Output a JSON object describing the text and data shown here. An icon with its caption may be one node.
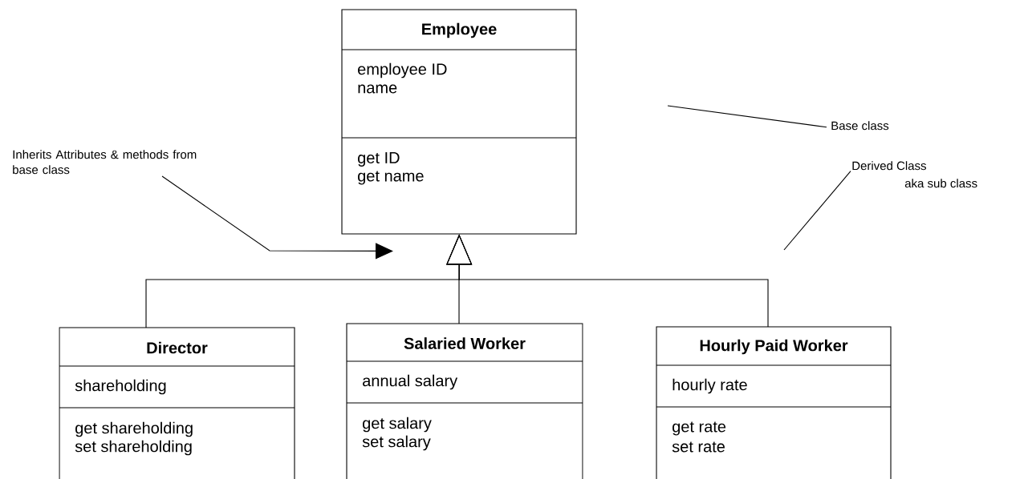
{
  "diagram": {
    "nodes": [
      {
        "text": [
          "Employee",
          "employee ID",
          "name",
          "get ID",
          "get name"
        ]
      },
      {
        "text": [
          "Director",
          "shareholding",
          "get shareholding",
          "set shareholding"
        ]
      },
      {
        "text": [
          "Salaried Worker",
          "annual salary",
          "get salary",
          "set salary"
        ]
      },
      {
        "text": [
          "Hourly Paid Worker",
          "hourly rate",
          "get rate",
          "set rate"
        ]
      },
      {
        "text": [
          "Inherits Attributes & methods from base class"
        ]
      },
      {
        "text": [
          "Base class"
        ]
      },
      {
        "text": [
          "Derived Class",
          "aka sub class"
        ]
      }
    ],
    "edges": [
      {
        "from": 1,
        "to": 0,
        "arrow": "to"
      },
      {
        "from": 2,
        "to": 0,
        "arrow": "to"
      },
      {
        "from": 3,
        "to": 0,
        "arrow": "to"
      },
      {
        "from": 4,
        "to": 0,
        "arrow": "to"
      },
      {
        "from": 5,
        "to": null,
        "arrow": "none"
      },
      {
        "from": 6,
        "to": null,
        "arrow": "none"
      }
    ]
  }
}
